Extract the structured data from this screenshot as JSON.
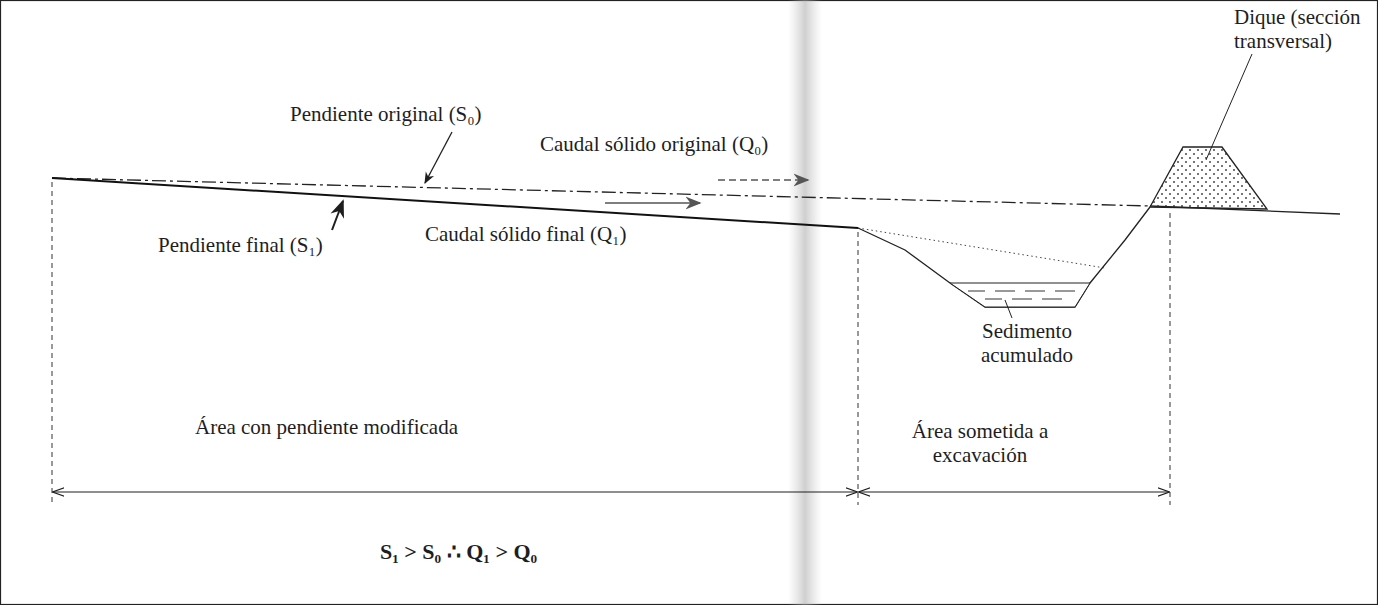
{
  "diagram": {
    "labels": [
      "Dique (sección transversal)",
      "Pendiente original (S₀)",
      "Caudal sólido original (Q₀)",
      "Pendiente final (S₁)",
      "Caudal sólido final (Q₁)",
      "Sedimento acumulado",
      "Área con pendiente modificada",
      "Área sometida a excavación",
      "S₁ > S₀ ∴ Q₁ > Q₀"
    ]
  }
}
